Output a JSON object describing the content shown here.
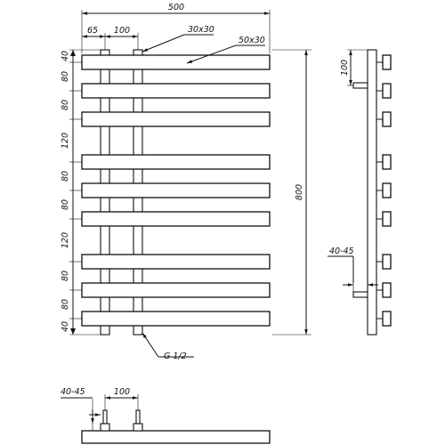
{
  "drawing": {
    "overall_width": "500",
    "offset_left": "65",
    "pipe_spacing": "100",
    "vertical_profile": "30x30",
    "bar_profile": "50x30",
    "overall_height": "800",
    "side_dim": "100",
    "connection_offset": "40-45",
    "thread": "G 1/2",
    "spacings": [
      "40",
      "80",
      "80",
      "120",
      "80",
      "80",
      "120",
      "80",
      "80",
      "40"
    ],
    "bottom_offset": "40-45",
    "bottom_spacing": "100"
  }
}
